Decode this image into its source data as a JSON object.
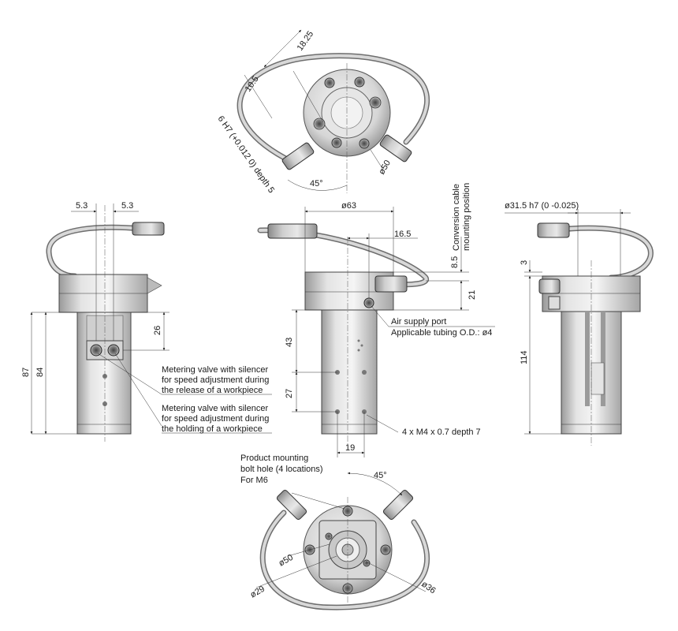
{
  "top_view": {
    "dim_18_25": "18.25",
    "dim_10_5": "10.5",
    "pin_hole": "6 H7 (+0.012 0) depth 5",
    "angle": "45°",
    "dia_50": "ø50"
  },
  "left_view": {
    "dim_5_3_left": "5.3",
    "dim_5_3_right": "5.3",
    "dim_26": "26",
    "dim_84": "84",
    "dim_87": "87",
    "valve_release": [
      "Metering valve with silencer",
      "for speed adjustment during",
      "the release of a workpiece"
    ],
    "valve_holding": [
      "Metering valve with silencer",
      "for speed adjustment during",
      "the holding of a workpiece"
    ]
  },
  "front_view": {
    "dia_63": "ø63",
    "dim_16_5": "16.5",
    "dim_8_5": "8.5",
    "dim_21": "21",
    "dim_43": "43",
    "dim_27": "27",
    "dim_19": "19",
    "cable_position": [
      "Conversion cable",
      "mounting position"
    ],
    "air_supply": [
      "Air supply port",
      "Applicable tubing O.D.: ø4"
    ],
    "m4_holes": "4 x M4 x 0.7 depth 7"
  },
  "right_view": {
    "dia_31_5": "ø31.5 h7 (0 -0.025)",
    "dim_3": "3",
    "dim_114": "114"
  },
  "bottom_view": {
    "mount_holes": [
      "Product mounting",
      "bolt hole (4 locations)",
      "For M6"
    ],
    "angle": "45°",
    "dia_50": "ø50",
    "dia_29": "ø29",
    "dia_36": "ø36"
  }
}
